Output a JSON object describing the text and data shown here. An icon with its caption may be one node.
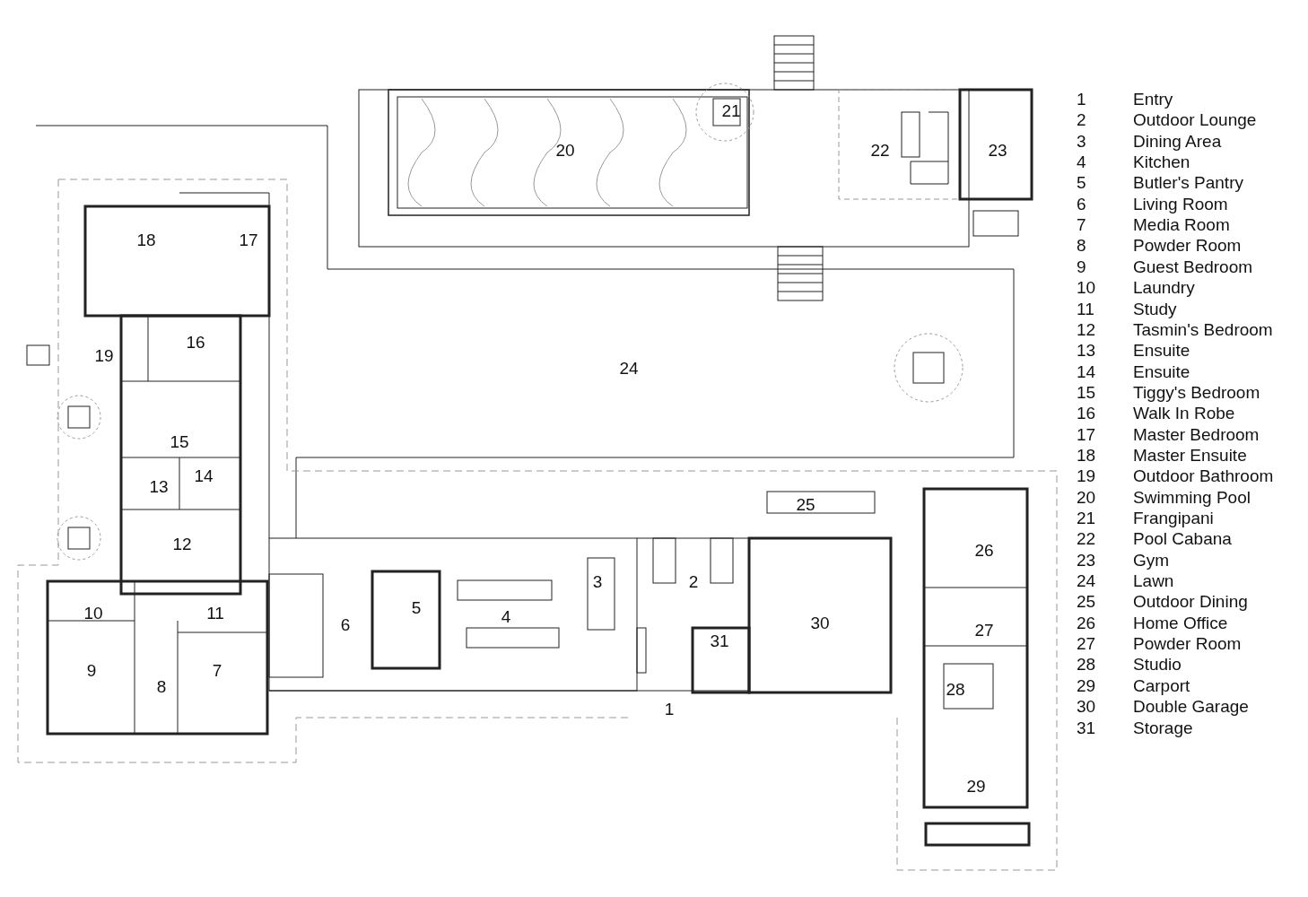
{
  "diagram": {
    "labels": [
      "21",
      "20",
      "22",
      "23",
      "18",
      "17",
      "16",
      "19",
      "24",
      "15",
      "13",
      "14",
      "25",
      "12",
      "26",
      "3",
      "2",
      "5",
      "4",
      "6",
      "10",
      "11",
      "30",
      "27",
      "31",
      "9",
      "8",
      "7",
      "28",
      "1",
      "29",
      "1",
      "Entry",
      "2",
      "Outdoor Lounge",
      "3",
      "Dining Area",
      "4",
      "Kitchen",
      "5",
      "Butler's Pantry",
      "6",
      "Living Room",
      "7",
      "Media Room",
      "8",
      "Powder Room",
      "9",
      "Guest Bedroom",
      "10",
      "Laundry",
      "11",
      "Study",
      "12",
      "Tasmin's Bedroom",
      "13",
      "Ensuite",
      "14",
      "Ensuite",
      "15",
      "Tiggy's Bedroom",
      "16",
      "Walk In Robe",
      "17",
      "Master Bedroom",
      "18",
      "Master Ensuite",
      "19",
      "Outdoor Bathroom",
      "20",
      "Swimming Pool",
      "21",
      "Frangipani",
      "22",
      "Pool Cabana",
      "23",
      "Gym",
      "24",
      "Lawn",
      "25",
      "Outdoor Dining",
      "26",
      "Home Office",
      "27",
      "Powder Room",
      "28",
      "Studio",
      "29",
      "Carport",
      "30",
      "Double Garage",
      "31",
      "Storage"
    ]
  }
}
